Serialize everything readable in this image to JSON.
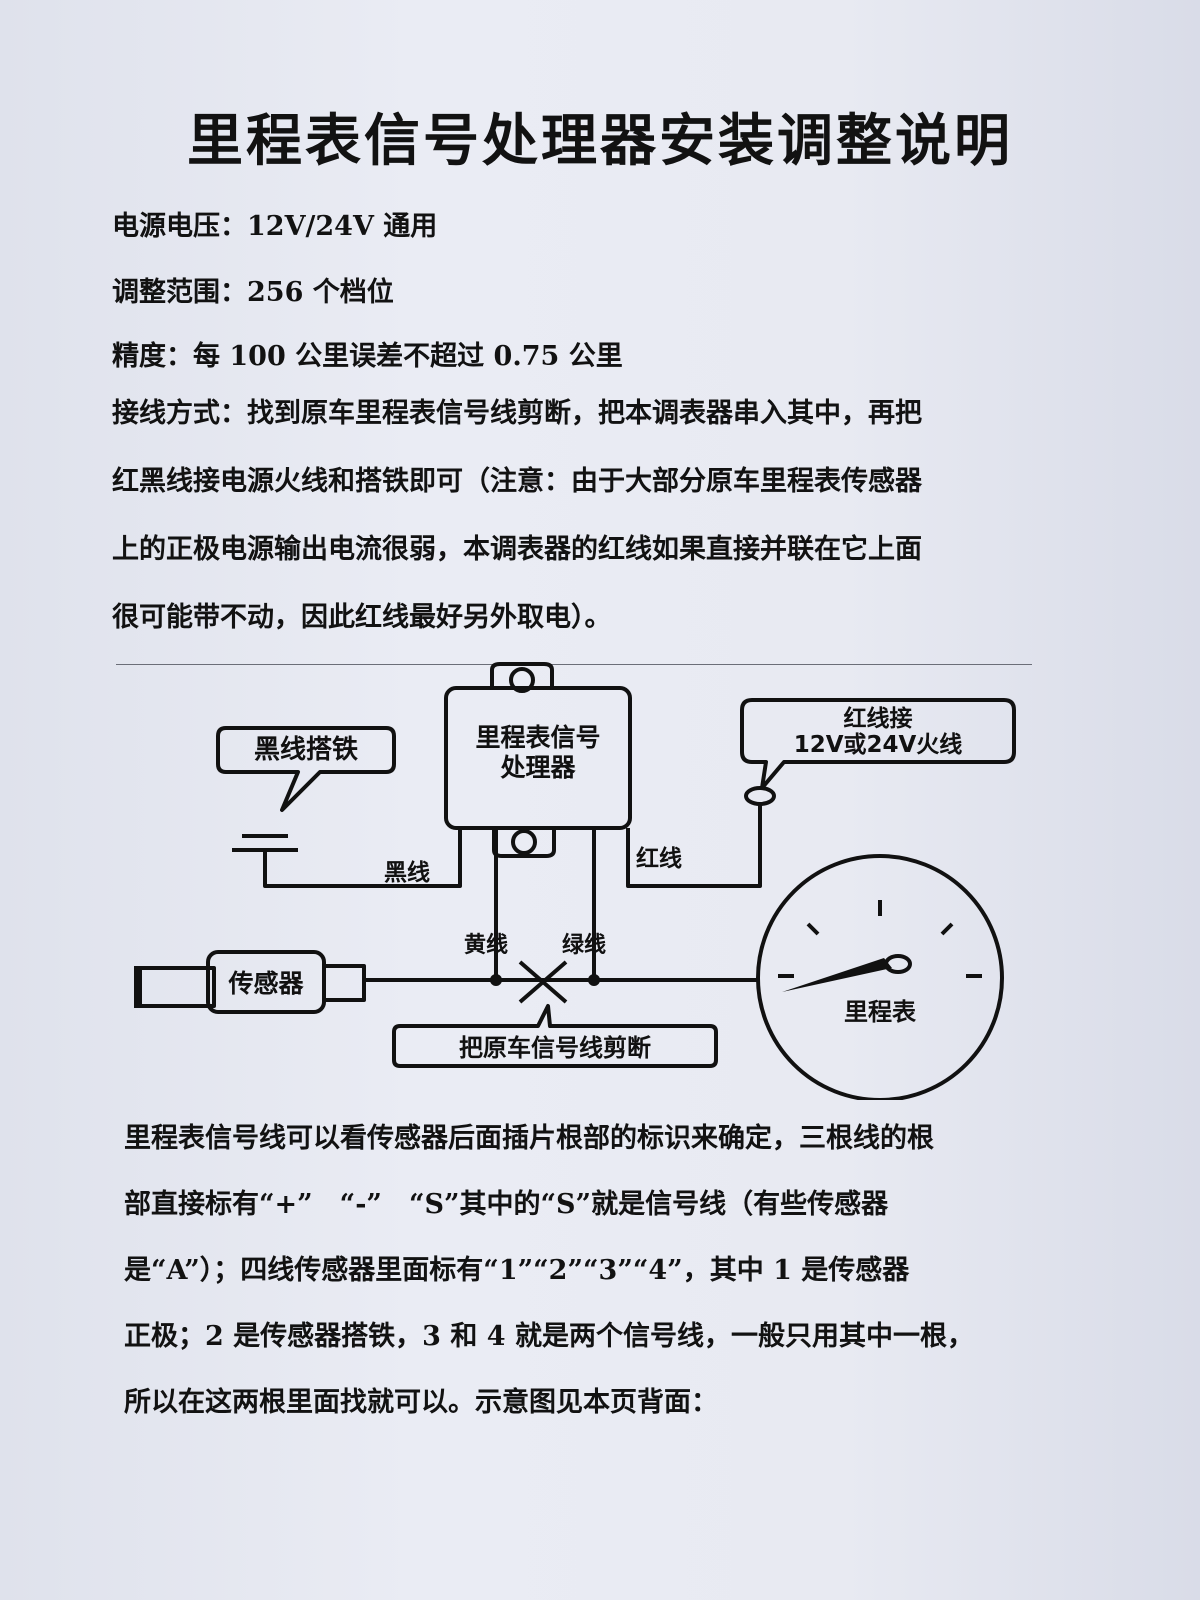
{
  "document": {
    "title": "里程表信号处理器安装调整说明",
    "specs": [
      "电源电压：12V/24V 通用",
      "调整范围：256 个档位",
      "精度：每 100 公里误差不超过 0.75 公里"
    ],
    "wiring_paragraph": [
      "接线方式：找到原车里程表信号线剪断，把本调表器串入其中，再把",
      "红黑线接电源火线和搭铁即可（注意：由于大部分原车里程表传感器",
      "上的正极电源输出电流很弱，本调表器的红线如果直接并联在它上面",
      "很可能带不动，因此红线最好另外取电）。"
    ],
    "diagram": {
      "processor_label_1": "里程表信号",
      "processor_label_2": "处理器",
      "ground_callout": "黑线搭铁",
      "red_callout_1": "红线接",
      "red_callout_2": "12V或24V火线",
      "black_wire": "黑线",
      "red_wire": "红线",
      "yellow_wire": "黄线",
      "green_wire": "绿线",
      "sensor": "传感器",
      "odometer": "里程表",
      "cut_callout": "把原车信号线剪断"
    },
    "notes_paragraph": [
      "里程表信号线可以看传感器后面插片根部的标识来确定，三根线的根",
      "部直接标有“+”　“-”　“S”其中的“S”就是信号线（有些传感器",
      "是“A”）；四线传感器里面标有“1”“2”“3”“4”，其中 1 是传感器",
      "正极；2 是传感器搭铁，3 和 4 就是两个信号线，一般只用其中一根，",
      "所以在这两根里面找就可以。示意图见本页背面："
    ]
  }
}
